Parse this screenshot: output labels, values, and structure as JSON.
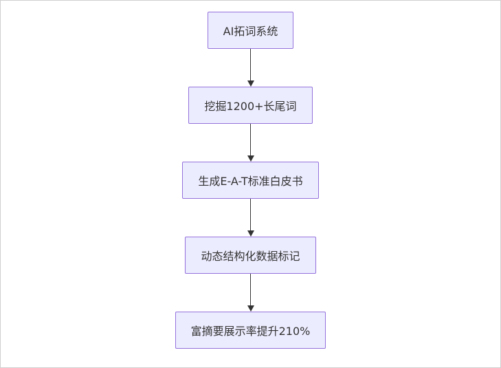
{
  "diagram": {
    "type": "flowchart",
    "direction": "top-down",
    "nodes": [
      {
        "id": "A",
        "label": "AI拓词系统"
      },
      {
        "id": "B",
        "label": "挖掘1200+长尾词"
      },
      {
        "id": "C",
        "label": "生成E-A-T标准白皮书"
      },
      {
        "id": "D",
        "label": "动态结构化数据标记"
      },
      {
        "id": "E",
        "label": "富摘要展示率提升210%"
      }
    ],
    "edges": [
      {
        "from": "A",
        "to": "B"
      },
      {
        "from": "B",
        "to": "C"
      },
      {
        "from": "C",
        "to": "D"
      },
      {
        "from": "D",
        "to": "E"
      }
    ],
    "colors": {
      "node_fill": "#ECECFF",
      "node_border": "#9370DB",
      "arrow": "#333333",
      "text": "#333333",
      "background": "#FFFFFF",
      "frame_border": "#CFCFCF"
    }
  }
}
